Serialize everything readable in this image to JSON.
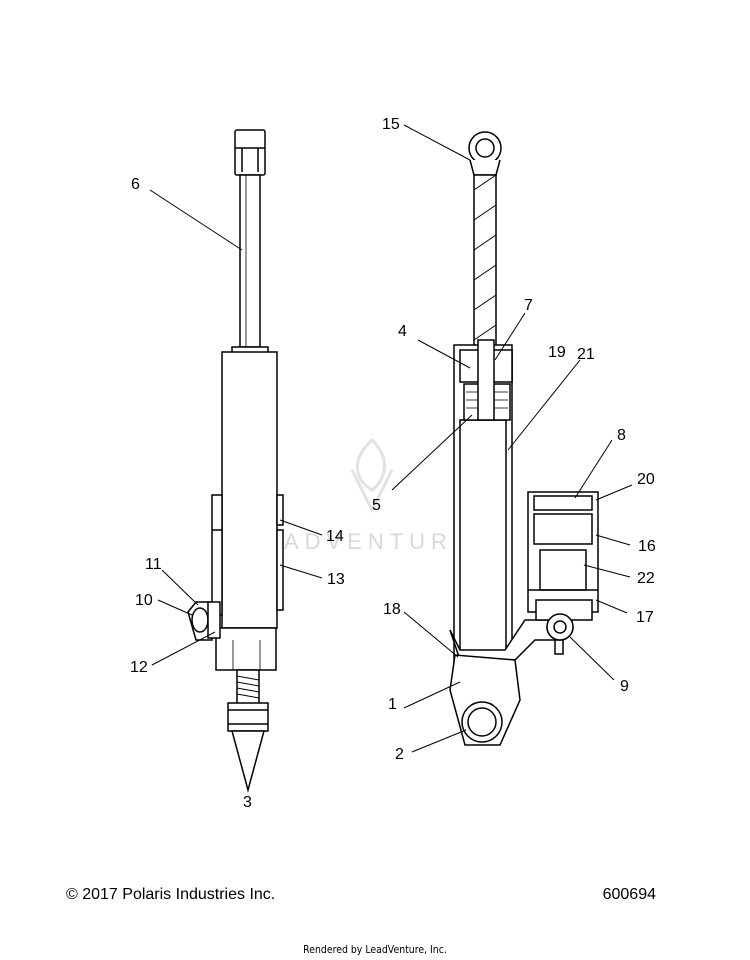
{
  "watermark": {
    "text": "LEADVENTURE"
  },
  "callouts": [
    {
      "id": "1",
      "label": "1"
    },
    {
      "id": "2",
      "label": "2"
    },
    {
      "id": "3",
      "label": "3"
    },
    {
      "id": "4",
      "label": "4"
    },
    {
      "id": "5",
      "label": "5"
    },
    {
      "id": "6",
      "label": "6"
    },
    {
      "id": "7",
      "label": "7"
    },
    {
      "id": "8",
      "label": "8"
    },
    {
      "id": "9",
      "label": "9"
    },
    {
      "id": "10",
      "label": "10"
    },
    {
      "id": "11",
      "label": "11"
    },
    {
      "id": "12",
      "label": "12"
    },
    {
      "id": "13",
      "label": "13"
    },
    {
      "id": "14",
      "label": "14"
    },
    {
      "id": "15",
      "label": "15"
    },
    {
      "id": "16",
      "label": "16"
    },
    {
      "id": "17",
      "label": "17"
    },
    {
      "id": "18",
      "label": "18"
    },
    {
      "id": "19",
      "label": "19"
    },
    {
      "id": "20",
      "label": "20"
    },
    {
      "id": "21",
      "label": "21"
    },
    {
      "id": "22",
      "label": "22"
    }
  ],
  "footer": {
    "copyright": "© 2017 Polaris Industries Inc.",
    "drawing_number": "600694",
    "rendered_by": "Rendered by LeadVenture, Inc."
  }
}
